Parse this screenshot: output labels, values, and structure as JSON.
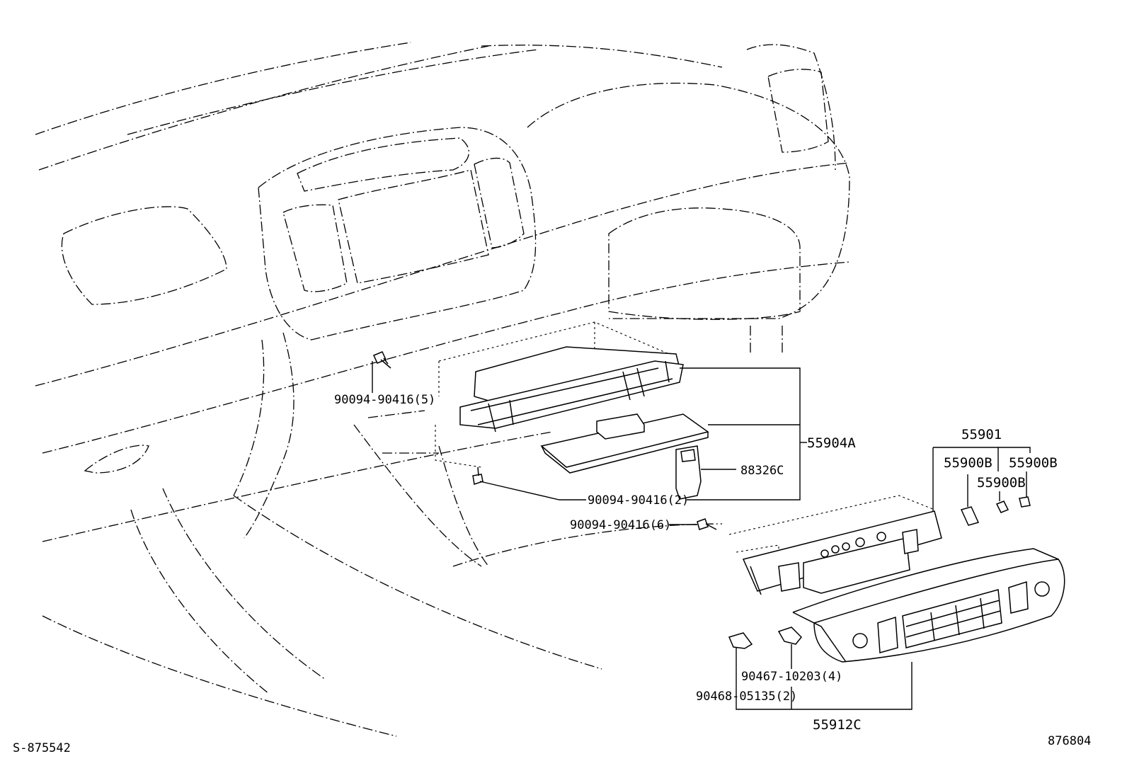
{
  "labels": {
    "screw_top": "90094-90416(5)",
    "bracket_assembly": "55904A",
    "sensor": "88326C",
    "screw_bottom": "90094-90416(2)",
    "screw_panel": "90094-90416(6)",
    "control_assembly": "55901",
    "knob_left": "55900B",
    "knob_right": "55900B",
    "knob_mid": "55900B",
    "clip_a": "90467-10203(4)",
    "clip_b": "90468-05135(2)",
    "panel": "55912C",
    "ref_left": "S-875542",
    "ref_right": "876804"
  },
  "icons": [
    "screw-icon",
    "knob-icon",
    "clip-icon"
  ]
}
